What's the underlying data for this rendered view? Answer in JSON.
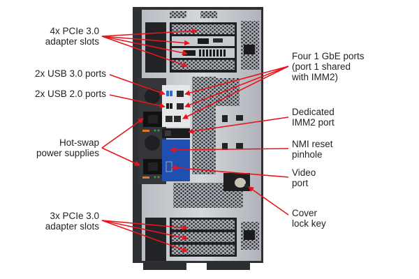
{
  "diagram": {
    "subject": "Tower server rear view",
    "annotation_color": "#e8141c",
    "left_labels": [
      {
        "id": "pcie-top",
        "lines": [
          "4x PCIe 3.0",
          "adapter slots"
        ]
      },
      {
        "id": "usb3",
        "lines": [
          "2x USB 3.0 ports"
        ]
      },
      {
        "id": "usb2",
        "lines": [
          "2x USB 2.0 ports"
        ]
      },
      {
        "id": "psu",
        "lines": [
          "Hot-swap",
          "power supplies"
        ]
      },
      {
        "id": "pcie-bottom",
        "lines": [
          "3x PCIe 3.0",
          "adapter slots"
        ]
      }
    ],
    "right_labels": [
      {
        "id": "gbe",
        "lines": [
          "Four 1 GbE ports",
          "(port 1 shared",
          "with IMM2)"
        ]
      },
      {
        "id": "imm2",
        "lines": [
          "Dedicated",
          "IMM2 port"
        ]
      },
      {
        "id": "nmi",
        "lines": [
          "NMI reset",
          "pinhole"
        ]
      },
      {
        "id": "video",
        "lines": [
          "Video",
          "port"
        ]
      },
      {
        "id": "lock",
        "lines": [
          "Cover",
          "lock key"
        ]
      }
    ]
  }
}
